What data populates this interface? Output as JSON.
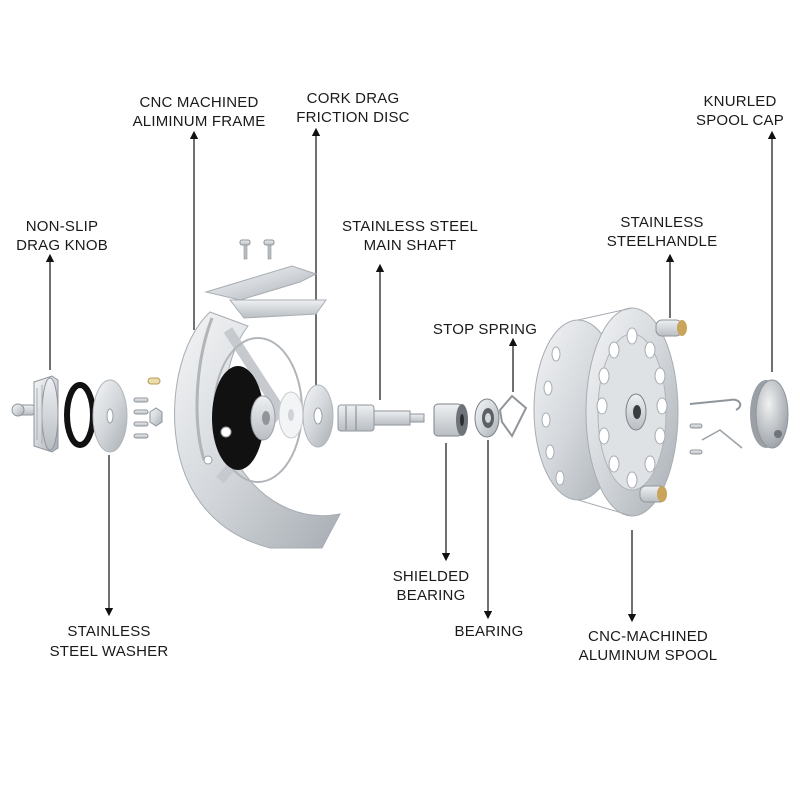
{
  "labels": {
    "frame": [
      "CNC MACHINED",
      "ALIMINUM FRAME"
    ],
    "cork": [
      "CORK DRAG",
      "FRICTION DISC"
    ],
    "spool_cap": [
      "KNURLED",
      "SPOOL CAP"
    ],
    "knob": [
      "NON-SLIP",
      "DRAG KNOB"
    ],
    "shaft": [
      "STAINLESS STEEL",
      "MAIN SHAFT"
    ],
    "handle": [
      "STAINLESS",
      "STEELHANDLE"
    ],
    "stop_spring": [
      "STOP SPRING"
    ],
    "washer": [
      "STAINLESS",
      "STEEL WASHER"
    ],
    "shielded": [
      "SHIELDED",
      "BEARING"
    ],
    "bearing": [
      "BEARING"
    ],
    "spool": [
      "CNC-MACHINED",
      "ALUMINUM SPOOL"
    ]
  },
  "brand_mark": "",
  "colors": {
    "metal_light": "#e6e8ea",
    "metal_mid": "#c9cdd1",
    "metal_dark": "#8f959b",
    "black_part": "#111111",
    "text": "#1a1a1a",
    "brass": "#c9a45a"
  }
}
